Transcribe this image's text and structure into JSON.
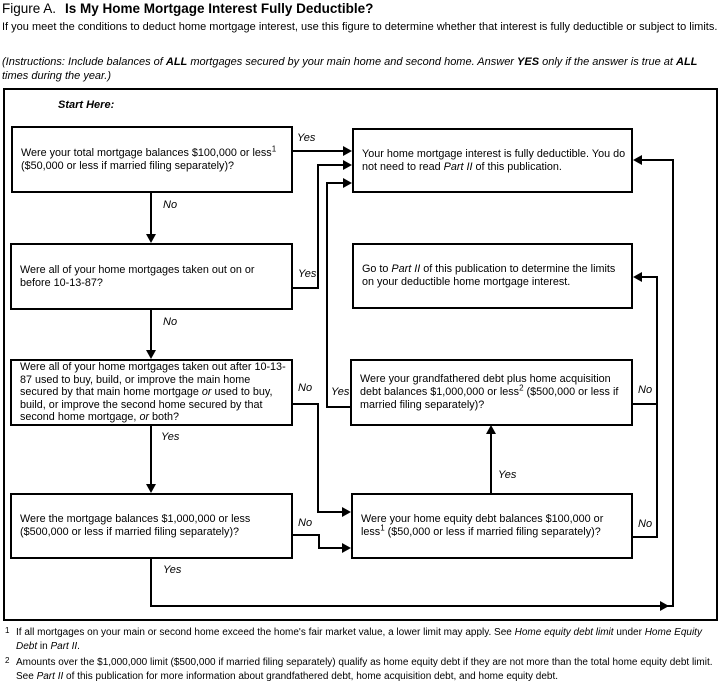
{
  "colors": {
    "ink": "#000000",
    "background": "#ffffff"
  },
  "header": {
    "figure_label": "Figure A.",
    "title": "Is My Home Mortgage Interest Fully Deductible?",
    "intro": "If you meet the conditions to deduct home mortgage interest, use this figure to determine whether that interest is fully deductible or subject to limits.",
    "instructions": {
      "pre": "(Instructions: Include balances of ",
      "bold1": "ALL",
      "mid1": " mortgages secured by your main home and second home. Answer ",
      "bold2": "YES",
      "mid2": " only if the answer is true at ",
      "bold3": "ALL",
      "post": " times during the year.)"
    }
  },
  "flowchart": {
    "start_here": "Start Here:",
    "labels": {
      "yes": "Yes",
      "no": "No"
    },
    "boxes": {
      "q1_total_balances": {
        "part1": "Were your total mortgage balances $100,000 or less",
        "sup": "1",
        "part2": " ($50,000 or less if married filing separately)?"
      },
      "fully_deductible": {
        "part1": "Your home mortgage interest is fully deductible. You do not need to read ",
        "italic1": "Part II",
        "part2": " of this publication."
      },
      "q2_before_101387": {
        "part1": "Were all of your home mortgages taken out on or before 10-13-87?"
      },
      "go_part2": {
        "part1": "Go to ",
        "italic1": "Part II",
        "part2": " of this publication to determine the limits on your deductible home mortgage interest."
      },
      "q3_buy_build_improve": {
        "part1": "Were all of your home mortgages taken out after 10-13-87 used to buy, build, or improve the main home secured by that main home mortgage ",
        "italic1": "or",
        "part2": " used to buy, build, or improve the second home secured by that second home mortgage, ",
        "italic2": "or",
        "part3": " both?"
      },
      "q_grandfathered_debt": {
        "part1": "Were your grandfathered debt plus home acquisition debt balances $1,000,000 or less",
        "sup": "2",
        "part2": " ($500,000 or less if married filing separately)?"
      },
      "q4_million_limit": {
        "part1": "Were the mortgage balances $1,000,000 or less ($500,000 or less if married filing separately)?"
      },
      "q_home_equity": {
        "part1": "Were your home equity debt balances $100,000 or less",
        "sup": "1",
        "part2": " ($50,000 or less if married filing separately)?"
      }
    }
  },
  "footnotes": {
    "fn1": {
      "sup": "1",
      "part1": "If all mortgages on your main or second home exceed the home's fair market value, a lower limit may apply. See ",
      "italic1": "Home equity debt limit",
      "part2": " under ",
      "italic2": "Home Equity Debt",
      "part3": " in ",
      "italic3": "Part II",
      "part4": "."
    },
    "fn2": {
      "sup": "2",
      "part1": "Amounts over the $1,000,000 limit ($500,000 if married filing separately) qualify as home equity debt if they are not more than the total home equity debt limit. See ",
      "italic1": "Part II",
      "part2": " of this publication for more information about grandfathered debt, home acquisition debt, and home equity debt."
    }
  }
}
